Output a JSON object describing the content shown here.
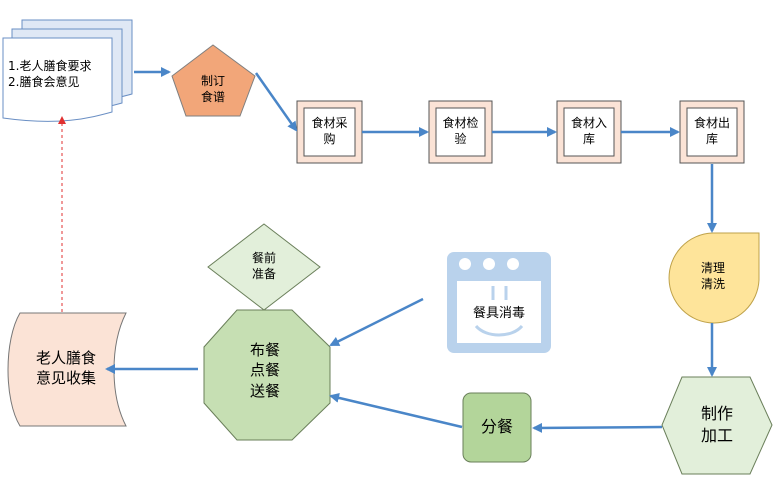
{
  "nodes": {
    "requirements_doc": {
      "text": "1.老人膳食要求\n2.膳食会意见"
    },
    "make_menu": {
      "text": "制订\n食谱"
    },
    "purchase": {
      "text": "食材采\n购"
    },
    "inspect": {
      "text": "食材检\n验"
    },
    "stock_in": {
      "text": "食材入\n库"
    },
    "stock_out": {
      "text": "食材出\n库"
    },
    "clean_wash": {
      "text": "清理\n清洗"
    },
    "cook": {
      "text": "制作\n加工"
    },
    "portion": {
      "text": "分餐"
    },
    "disinfect": {
      "text": "餐具消毒"
    },
    "pre_meal": {
      "text": "餐前\n准备"
    },
    "serve": {
      "text": "布餐\n点餐\n送餐"
    },
    "feedback": {
      "text": "老人膳食\n意见收集"
    }
  },
  "colors": {
    "arrow": "#4a86c8",
    "feedback_arrow": "#e03030",
    "doc_fill": "#dfe8f5",
    "doc_stroke": "#6a8fc4",
    "pentagon_fill": "#f2a679",
    "box_fill": "#fbe3d6",
    "box_inner": "#ffffff",
    "clean_fill": "#fee49a",
    "green_light": "#e2efda",
    "green_mid": "#c6dfb3",
    "green_dark": "#b3d59a",
    "icon_blue": "#b9d2ec"
  },
  "icons": {
    "disinfect": "oven-icon"
  }
}
